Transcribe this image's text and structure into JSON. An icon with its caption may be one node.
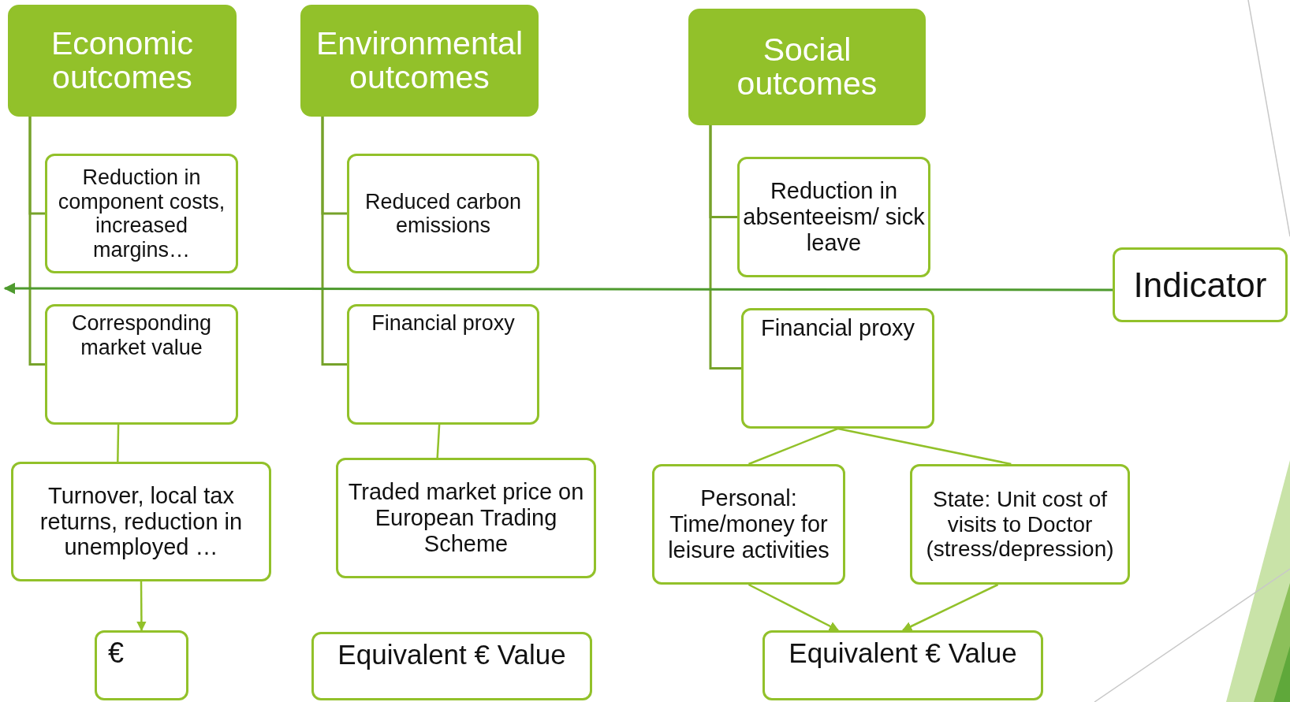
{
  "diagram": {
    "nodes": [
      {
        "text": [
          "Economic outcomes"
        ]
      },
      {
        "text": [
          "Environmental outcomes"
        ]
      },
      {
        "text": [
          "Social outcomes"
        ]
      },
      {
        "text": [
          "Reduction in component costs, increased margins…"
        ]
      },
      {
        "text": [
          "Reduced carbon emissions"
        ]
      },
      {
        "text": [
          "Reduction in absenteeism/ sick leave"
        ]
      },
      {
        "text": [
          "Indicator"
        ]
      },
      {
        "text": [
          "Corresponding market value"
        ]
      },
      {
        "text": [
          "Financial proxy"
        ]
      },
      {
        "text": [
          "Financial proxy"
        ]
      },
      {
        "text": [
          "Turnover, local tax returns, reduction in unemployed …"
        ]
      },
      {
        "text": [
          "Traded market price on European Trading Scheme"
        ]
      },
      {
        "text": [
          "Personal: Time/money for leisure activities"
        ]
      },
      {
        "text": [
          "State: Unit cost of visits to Doctor (stress/depression)"
        ]
      },
      {
        "text": [
          "€"
        ]
      },
      {
        "text": [
          "Equivalent € Value"
        ]
      },
      {
        "text": [
          "Equivalent € Value"
        ]
      }
    ],
    "edges": [
      {
        "from": 0,
        "to": 3,
        "arrow": "none",
        "color": "#76a22a"
      },
      {
        "from": 0,
        "to": 7,
        "arrow": "none",
        "color": "#76a22a"
      },
      {
        "from": 1,
        "to": 4,
        "arrow": "none",
        "color": "#76a22a"
      },
      {
        "from": 1,
        "to": 8,
        "arrow": "none",
        "color": "#76a22a"
      },
      {
        "from": 2,
        "to": 5,
        "arrow": "none",
        "color": "#76a22a"
      },
      {
        "from": 2,
        "to": 9,
        "arrow": "none",
        "color": "#76a22a"
      },
      {
        "from": 6,
        "to": null,
        "arrow": "to",
        "color": "#4e9a2e"
      },
      {
        "from": 7,
        "to": 10,
        "arrow": "none"
      },
      {
        "from": 8,
        "to": 11,
        "arrow": "none"
      },
      {
        "from": 9,
        "to": 12,
        "arrow": "none"
      },
      {
        "from": 9,
        "to": 13,
        "arrow": "none"
      },
      {
        "from": 10,
        "to": 14,
        "arrow": "to"
      },
      {
        "from": 12,
        "to": 16,
        "arrow": "to"
      },
      {
        "from": 13,
        "to": 16,
        "arrow": "to"
      }
    ]
  }
}
